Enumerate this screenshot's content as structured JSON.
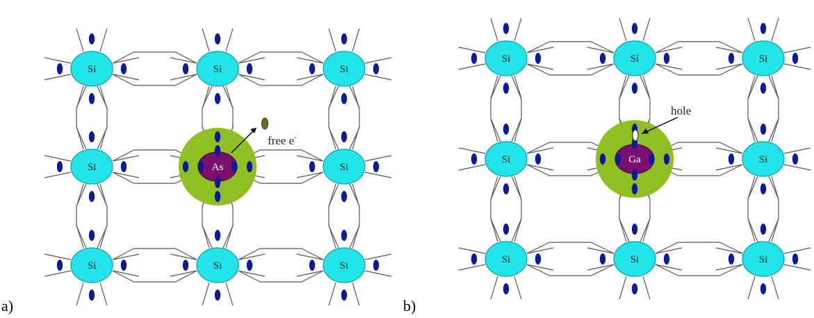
{
  "panels": [
    {
      "id": "a",
      "tag": "a)",
      "atoms": [
        "Si",
        "Si",
        "Si",
        "Si",
        "As",
        "Si",
        "Si",
        "Si",
        "Si"
      ],
      "dopant_index": 4,
      "annotation": {
        "text": "free e",
        "superscript": "-"
      }
    },
    {
      "id": "b",
      "tag": "b)",
      "atoms": [
        "Si",
        "Si",
        "Si",
        "Si",
        "Ga",
        "Si",
        "Si",
        "Si",
        "Si"
      ],
      "dopant_index": 4,
      "annotation": {
        "text": "hole",
        "superscript": ""
      }
    }
  ],
  "colors": {
    "si_fill": "#22e5ea",
    "si_stroke": "#0b9aa2",
    "dopant_fill": "#7a0f6e",
    "halo_fill": "#8fbf22",
    "electron": "#0a1a9a",
    "free_electron": "#6b6b1a",
    "hole": "#ffffff",
    "bond": "#555555"
  }
}
